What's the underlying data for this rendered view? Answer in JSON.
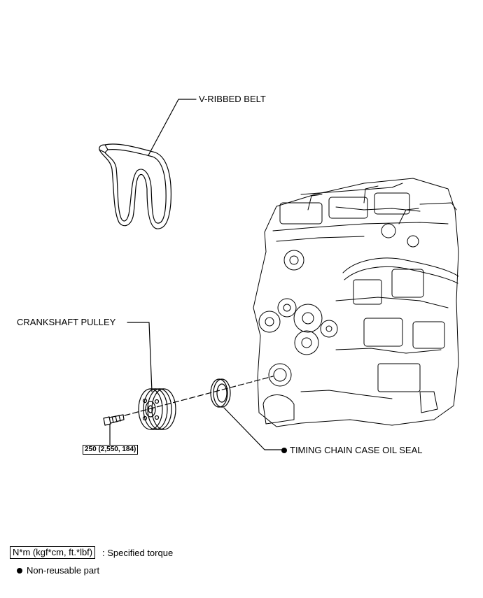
{
  "labels": {
    "belt": "V-RIBBED BELT",
    "pulley": "CRANKSHAFT PULLEY",
    "seal": "TIMING CHAIN CASE OIL SEAL",
    "bolt_torque": "250 (2,550, 184)"
  },
  "legend": {
    "torque_unit": "N*m (kgf*cm, ft.*lbf)",
    "torque_desc": ": Specified torque",
    "nonreusable_desc": "Non-reusable part"
  }
}
